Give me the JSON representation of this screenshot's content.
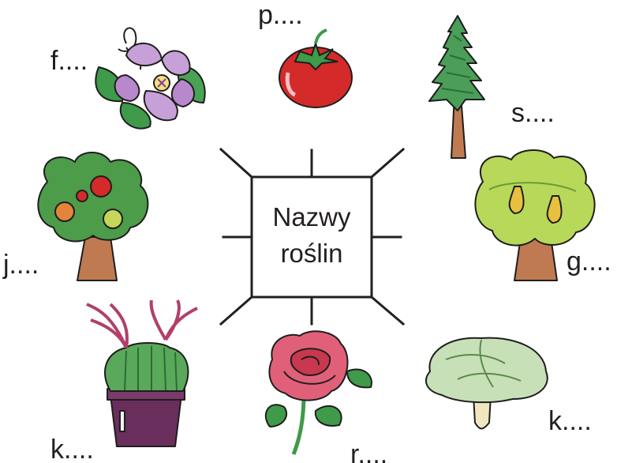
{
  "center": {
    "line1": "Nazwy",
    "line2": "roślin"
  },
  "labels": {
    "flower": "f....",
    "tomato": "p....",
    "spruce": "s....",
    "apple_tree": "j....",
    "pear_tree": "g....",
    "cactus": "k....",
    "rose": "r....",
    "cabbage": "k...."
  },
  "icons": [
    "pansy-flower-icon",
    "tomato-icon",
    "spruce-tree-icon",
    "apple-tree-icon",
    "pear-tree-icon",
    "cactus-icon",
    "rose-icon",
    "cabbage-icon"
  ],
  "colors": {
    "line": "#231f20",
    "leaf": "#3f9a4a",
    "red": "#d42a2a",
    "petal": "#c8a0d8",
    "trunk": "#c07a52",
    "cabbage": "#c8e0b8",
    "pot": "#6a2e5c"
  }
}
